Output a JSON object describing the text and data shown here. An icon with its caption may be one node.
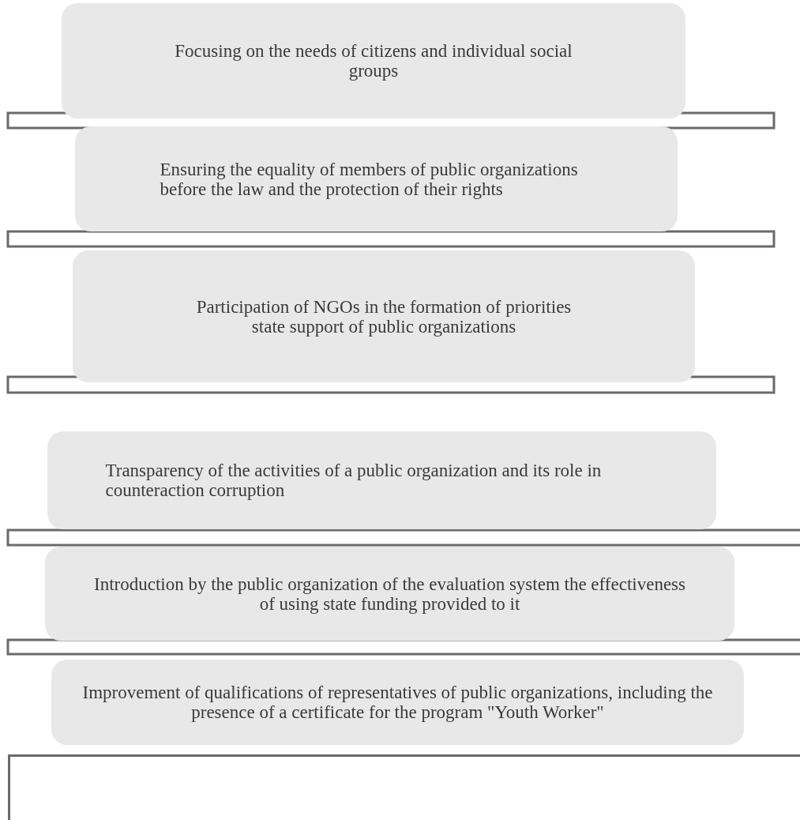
{
  "diagram": {
    "nodes": [
      {
        "text": [
          "Focusing on the needs of citizens and individual social groups"
        ]
      },
      {
        "text": [],
        "shape": "bar"
      },
      {
        "text": [
          "Ensuring the equality of members of public organizations before the law and the protection of their rights"
        ]
      },
      {
        "text": [],
        "shape": "bar"
      },
      {
        "text": [
          "Participation of NGOs in the formation of priorities state support of public organizations"
        ]
      },
      {
        "text": [],
        "shape": "bar"
      },
      {
        "text": [
          "Transparency of the activities of a public organization and its role in counteraction corruption"
        ]
      },
      {
        "text": [],
        "shape": "bar"
      },
      {
        "text": [
          "Introduction by the public organization of the evaluation system the effectiveness of using state funding provided to it"
        ]
      },
      {
        "text": [],
        "shape": "bar"
      },
      {
        "text": [
          "Improvement of qualifications of representatives of public organizations, including the presence of a certificate for the program \"Youth Worker\""
        ]
      },
      {
        "text": [],
        "shape": "box"
      }
    ]
  }
}
